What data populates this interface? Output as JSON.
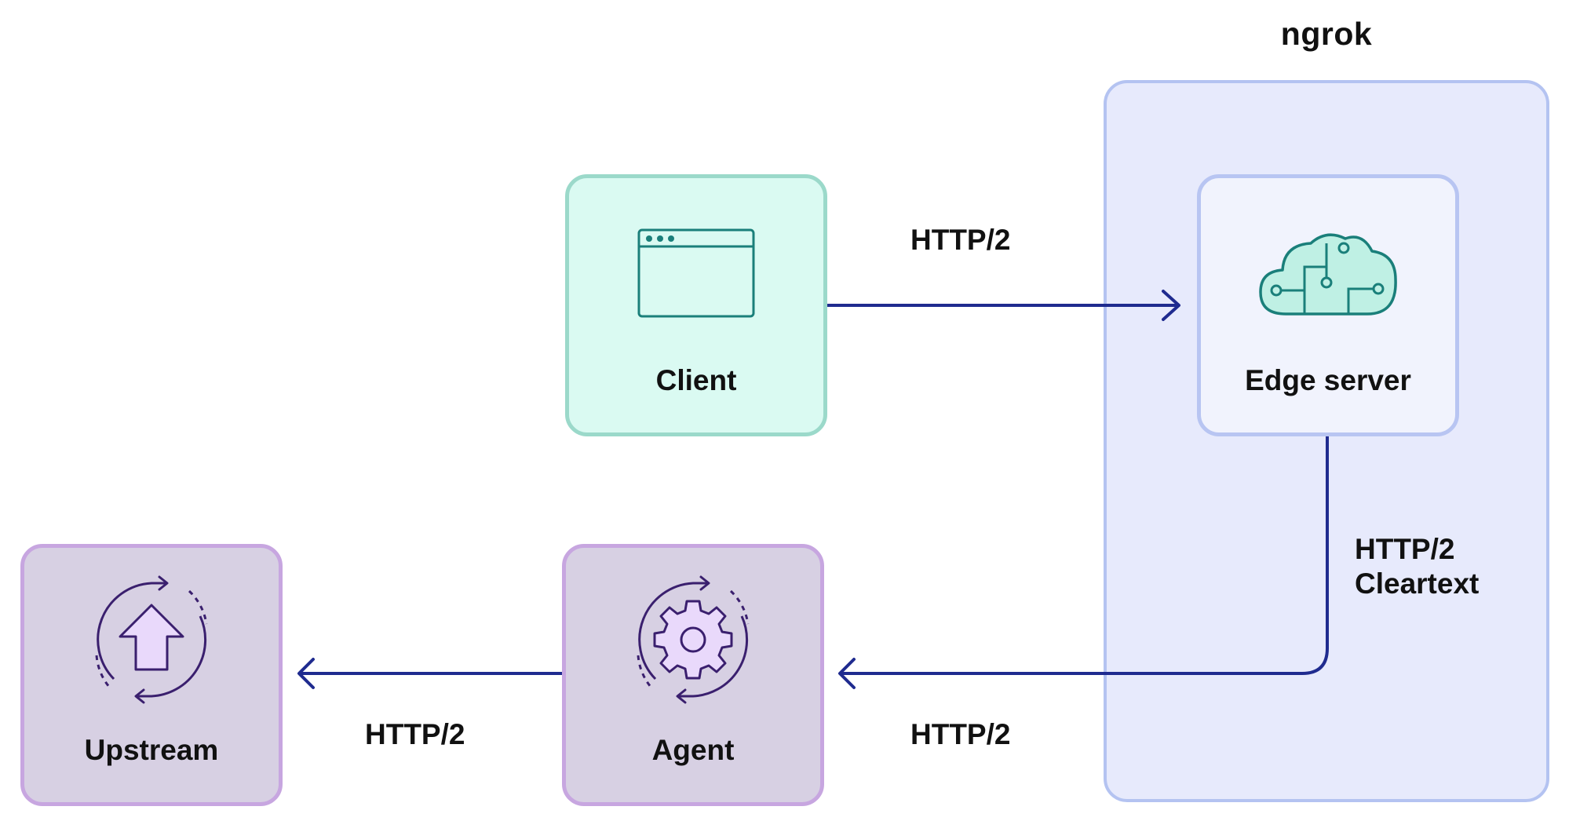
{
  "group": {
    "title": "ngrok"
  },
  "nodes": {
    "client": {
      "label": "Client",
      "icon": "browser-window-icon"
    },
    "edge": {
      "label": "Edge server",
      "icon": "cloud-circuit-icon"
    },
    "agent": {
      "label": "Agent",
      "icon": "gear-sync-icon"
    },
    "upstream": {
      "label": "Upstream",
      "icon": "upload-sync-icon"
    }
  },
  "edges": {
    "client_to_edge": "HTTP/2",
    "edge_to_agent_line1": "HTTP/2",
    "edge_to_agent_line2": "Cleartext",
    "agent_in": "HTTP/2",
    "agent_to_upstream": "HTTP/2"
  },
  "colors": {
    "arrow": "#1f2b8f",
    "client_fill": "#dafaf2",
    "client_border": "#9bd9ca",
    "edge_fill": "#f1f3fd",
    "edge_border": "#b8c5f2",
    "region_fill": "#e7eafc",
    "region_border": "#b4c3f1",
    "purple_fill": "#d7d0e3",
    "purple_border": "#c7a6e0",
    "teal_icon": "#1a7f7a",
    "purple_icon": "#3a1f6e"
  }
}
